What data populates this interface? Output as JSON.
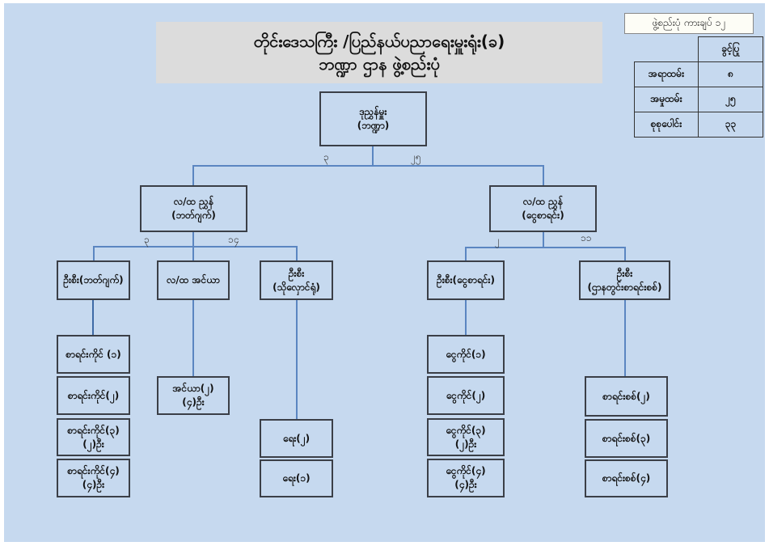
{
  "title": {
    "line1": "တိုင်းဒေသကြီး /ပြည်နယ်ပညာရေးမှူးရုံး(ခ)",
    "line2": "ဘဏ္ဍာ ဌာန ဖွဲ့စည်းပုံ"
  },
  "stats": {
    "caption": "ဖွဲ့စည်းပုံ ကားချပ် ၁၂",
    "column_header": "ခွင့်ပြု",
    "rows": [
      {
        "label": "အရာထမ်း",
        "value": "၈"
      },
      {
        "label": "အမှုထမ်း",
        "value": "၂၅"
      },
      {
        "label": "စုစုပေါင်း",
        "value": "၃၃"
      }
    ]
  },
  "root": {
    "line1": "ဒုညွှန်မှူး",
    "line2": "(ဘဏ္ဍာ)",
    "count_left": "၃",
    "count_right": "၂၅"
  },
  "branches": {
    "left": {
      "line1": "လ/ထ ညွှန်",
      "line2": "(ဘတ်ဂျက်)",
      "count_left": "၃",
      "count_right": "၁၄"
    },
    "right": {
      "line1": "လ/ထ ညွှန်",
      "line2": "(ငွေစာရင်း)",
      "count_left": "၂",
      "count_right": "၁၁"
    }
  },
  "sections": {
    "budget": {
      "line1": "ဦးစီး(ဘတ်ဂျက်)",
      "units": [
        {
          "line1": "စာရင်းကိုင် (၁)",
          "line2": ""
        },
        {
          "line1": "စာရင်းကိုင်(၂)",
          "line2": ""
        },
        {
          "line1": "စာရင်းကိုင်(၃)",
          "line2": "(၂)ဦး"
        },
        {
          "line1": "စာရင်းကိုင်(၄)",
          "line2": "(၄)ဦး"
        }
      ]
    },
    "audit": {
      "line1": "လ/ထ အင်ယာ",
      "units": [
        {
          "line1": "အင်ယာ(၂)",
          "line2": "(၄)ဦး"
        }
      ]
    },
    "admin": {
      "line1": "ဦးစီး",
      "line2": "(သိုလှောင်ရုံ)",
      "units": [
        {
          "line1": "ရေး(၂)"
        },
        {
          "line1": "ရေး(၁)"
        }
      ]
    },
    "accounts": {
      "line1": "ဦးစီး(ငွေစာရင်း)",
      "units": [
        {
          "line1": "ငွေကိုင်(၁)",
          "line2": ""
        },
        {
          "line1": "ငွေကိုင်(၂)",
          "line2": ""
        },
        {
          "line1": "ငွေကိုင်(၃)",
          "line2": "(၂)ဦး"
        },
        {
          "line1": "ငွေကိုင်(၄)",
          "line2": "(၄)ဦး"
        }
      ]
    },
    "internal_audit": {
      "line1": "ဦးစီး",
      "line2": "(ဌာနတွင်းစာရင်းစစ်)",
      "units": [
        {
          "line1": "စာရင်းစစ်(၂)"
        },
        {
          "line1": "စာရင်းစစ်(၃)"
        },
        {
          "line1": "စာရင်းစစ်(၄)"
        }
      ]
    }
  }
}
